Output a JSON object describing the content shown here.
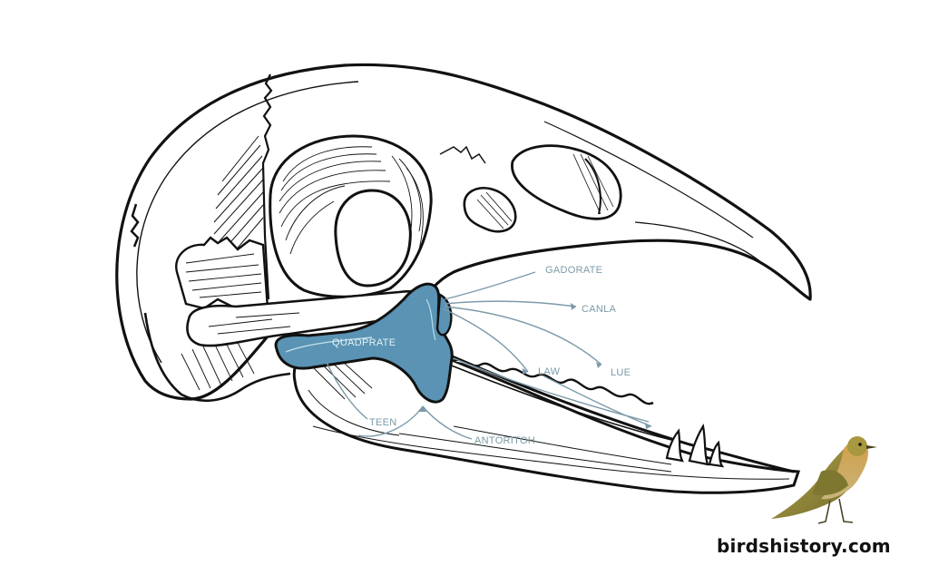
{
  "diagram": {
    "subject": "Bird skull lateral view",
    "highlight_color": "#5a93b3",
    "highlight_dark": "#2f6a8a",
    "line_color": "#111111",
    "label_color": "#7c9aa9",
    "labels": [
      {
        "id": "quadrate",
        "text": "QUADPRATE"
      },
      {
        "id": "gadorate",
        "text": "GADORATE"
      },
      {
        "id": "canla",
        "text": "CANLA"
      },
      {
        "id": "law",
        "text": "LAW"
      },
      {
        "id": "lue",
        "text": "LUE"
      },
      {
        "id": "teen",
        "text": "TEEN"
      },
      {
        "id": "antoritoh",
        "text": "ANTORITOH"
      }
    ]
  },
  "watermark": {
    "text": "birdshistory.com"
  }
}
